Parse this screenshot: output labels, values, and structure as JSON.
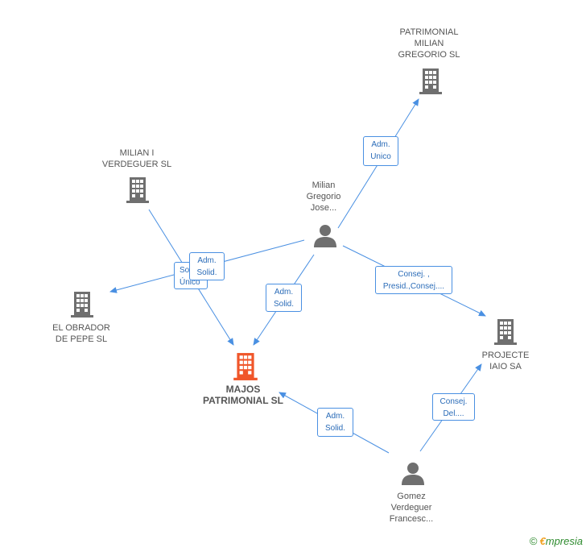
{
  "nodes": {
    "patrimonial_milian": {
      "label": "PATRIMONIAL\nMILIAN\nGREGORIO SL",
      "kind": "company"
    },
    "milian_verdeguer": {
      "label": "MILIAN I\nVERDEGUER  SL",
      "kind": "company"
    },
    "el_obrador": {
      "label": "EL OBRADOR\nDE PEPE SL",
      "kind": "company"
    },
    "majos": {
      "label": "MAJOS\nPATRIMONIAL SL",
      "kind": "company-main"
    },
    "projecte": {
      "label": "PROJECTE\nIAIO SA",
      "kind": "company"
    },
    "milian_person": {
      "label": "Milian\nGregorio\nJose...",
      "kind": "person"
    },
    "gomez_person": {
      "label": "Gomez\nVerdeguer\nFrancesc...",
      "kind": "person"
    }
  },
  "edges": {
    "adm_unico_top": "Adm.\nUnico",
    "adm_solid_left": "Adm.\nSolid.",
    "soc_unico": "Soc.\nÚnico",
    "adm_solid_mid": "Adm.\nSolid.",
    "consej_presid": "Consej. ,\nPresid.,Consej....",
    "adm_solid_bottom": "Adm.\nSolid.",
    "consej_del": "Consej.\nDel...."
  },
  "footer": {
    "copyright": "©",
    "brand_initial": "€",
    "brand_rest": "mpresia"
  },
  "colors": {
    "edge": "#4a90e2",
    "icon": "#6f6f6f",
    "main": "#f0562a"
  }
}
